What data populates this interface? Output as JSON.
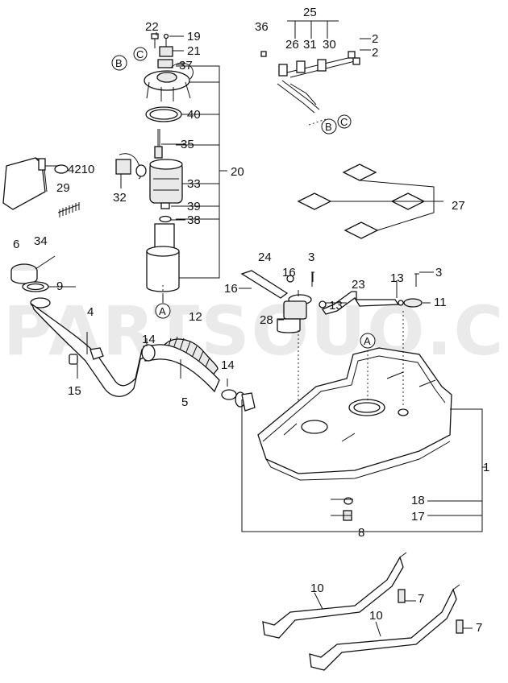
{
  "watermark": "PARTSOUQ.COM",
  "labels": [
    "1",
    "2",
    "2",
    "3",
    "3",
    "4",
    "5",
    "6",
    "7",
    "7",
    "8",
    "9",
    "10",
    "10",
    "11",
    "12",
    "13",
    "13",
    "14",
    "14",
    "15",
    "16",
    "16",
    "17",
    "18",
    "19",
    "20",
    "21",
    "22",
    "23",
    "24",
    "25",
    "26",
    "27",
    "28",
    "29",
    "30",
    "31",
    "32",
    "33",
    "34",
    "35",
    "36",
    "37",
    "38",
    "39",
    "40",
    "4210"
  ],
  "refs": {
    "a": "A",
    "b": "B",
    "c": "C"
  }
}
